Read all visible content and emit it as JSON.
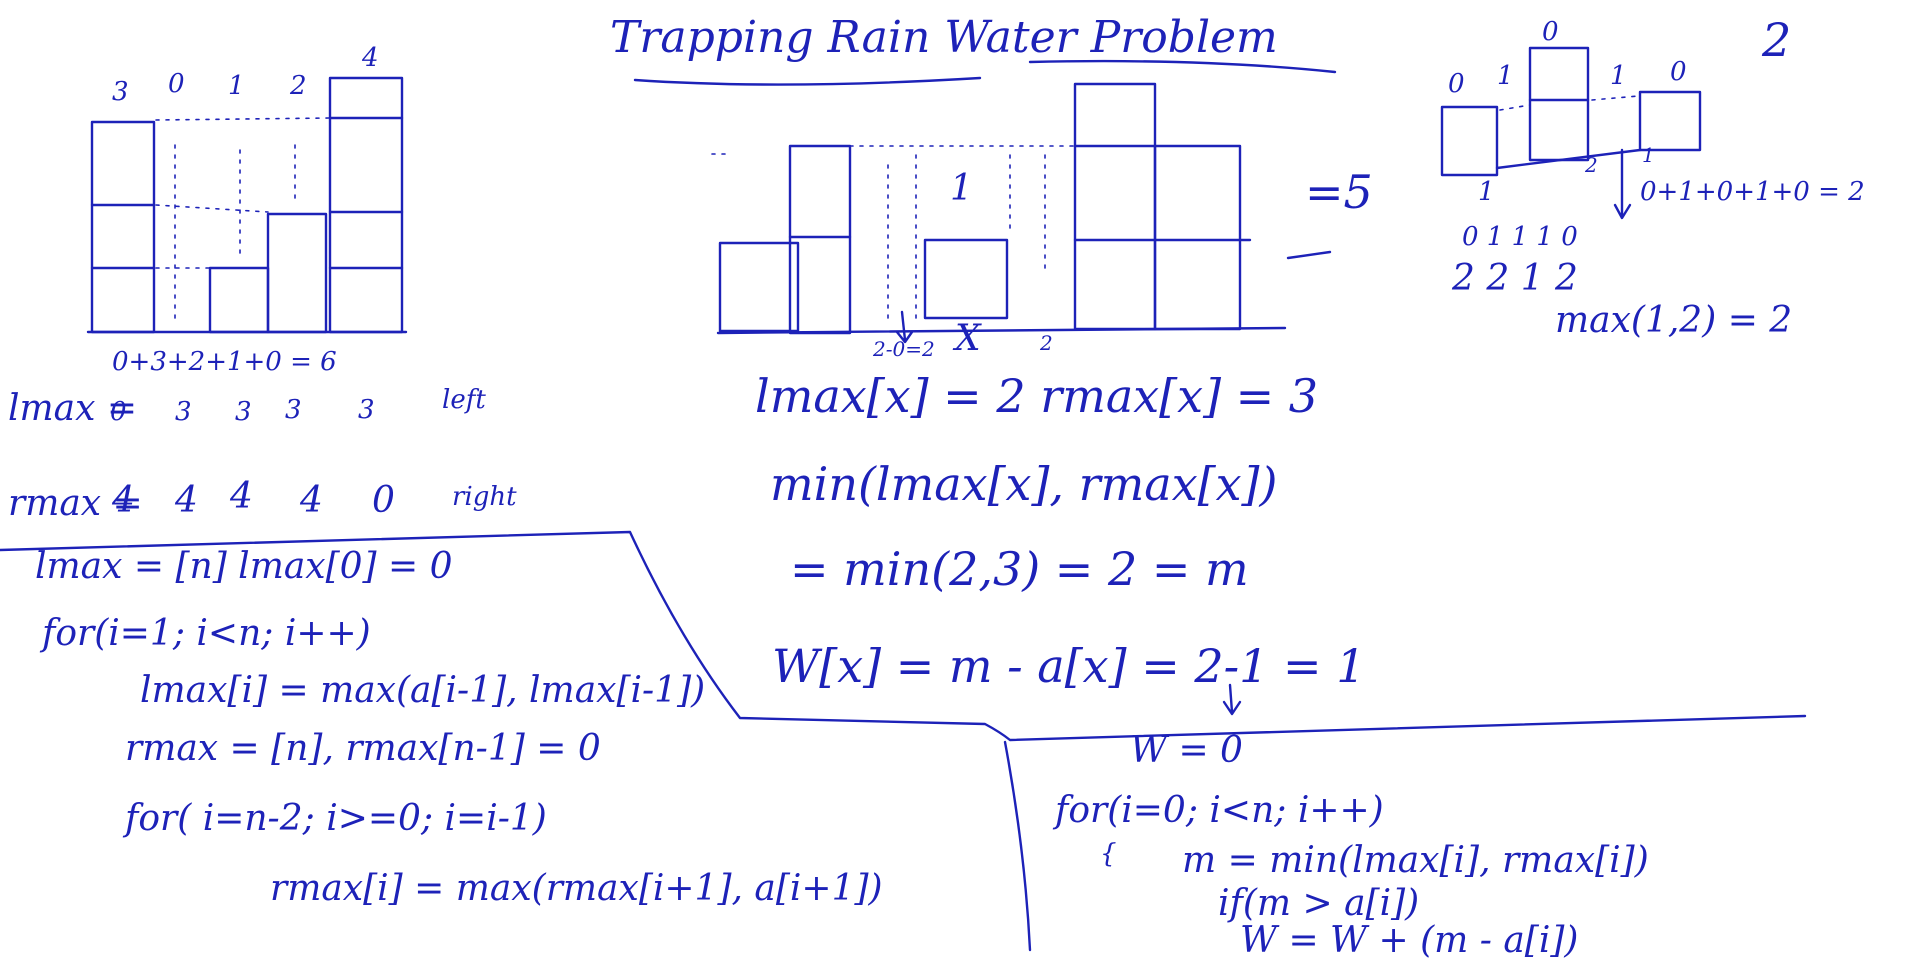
{
  "title": "Trapping Rain Water Problem",
  "top_left": {
    "heights": [
      "3",
      "0",
      "1",
      "2",
      "4"
    ],
    "sum": "0+3+2+1+0 = 6",
    "lmax_label": "lmax =",
    "lmax_values": [
      "0",
      "3",
      "3",
      "3",
      "3"
    ],
    "lmax_note": "left",
    "rmax_label": "rmax =",
    "rmax_values": [
      "4",
      "4",
      "4",
      "4",
      "0"
    ],
    "rmax_note": "right"
  },
  "center_figure": {
    "water_label": "1",
    "below_labels": [
      "2-0=2",
      "X",
      "2"
    ],
    "result": "=5"
  },
  "top_right": {
    "number": "2",
    "heights": [
      "0",
      "1",
      "0",
      "1",
      "0"
    ],
    "water_top": "0",
    "below_labels": [
      "1",
      "2",
      "1"
    ],
    "sum": "0+1+0+1+0 = 2",
    "rows": [
      "0 1 1 1 0",
      "2 2 1 2"
    ],
    "max_expr": "max(1,2) = 2"
  },
  "center_math": [
    "lmax[x] = 2     rmax[x] = 3",
    "min(lmax[x], rmax[x])",
    "= min(2,3) = 2 = m",
    "W[x] = m - a[x] = 2-1 = 1"
  ],
  "code_left": [
    "lmax = [n]     lmax[0] = 0",
    "for(i=1; i<n; i++)",
    "lmax[i] = max(a[i-1], lmax[i-1])",
    "rmax = [n],  rmax[n-1] = 0",
    "for( i=n-2; i>=0; i=i-1)",
    "rmax[i] = max(rmax[i+1], a[i+1])"
  ],
  "code_right": [
    "W = 0",
    "for(i=0; i<n; i++)",
    "{",
    "m = min(lmax[i], rmax[i])",
    "if(m > a[i])",
    "W = W + (m - a[i])"
  ]
}
